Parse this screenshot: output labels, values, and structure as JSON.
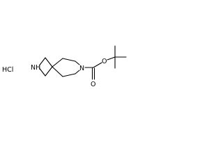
{
  "structure": {
    "salt_label": "HCl",
    "atoms": {
      "azetidine_nitrogen": "NH",
      "piperidine_nitrogen": "N",
      "ester_oxygen": "O",
      "carbonyl_oxygen": "O"
    }
  }
}
